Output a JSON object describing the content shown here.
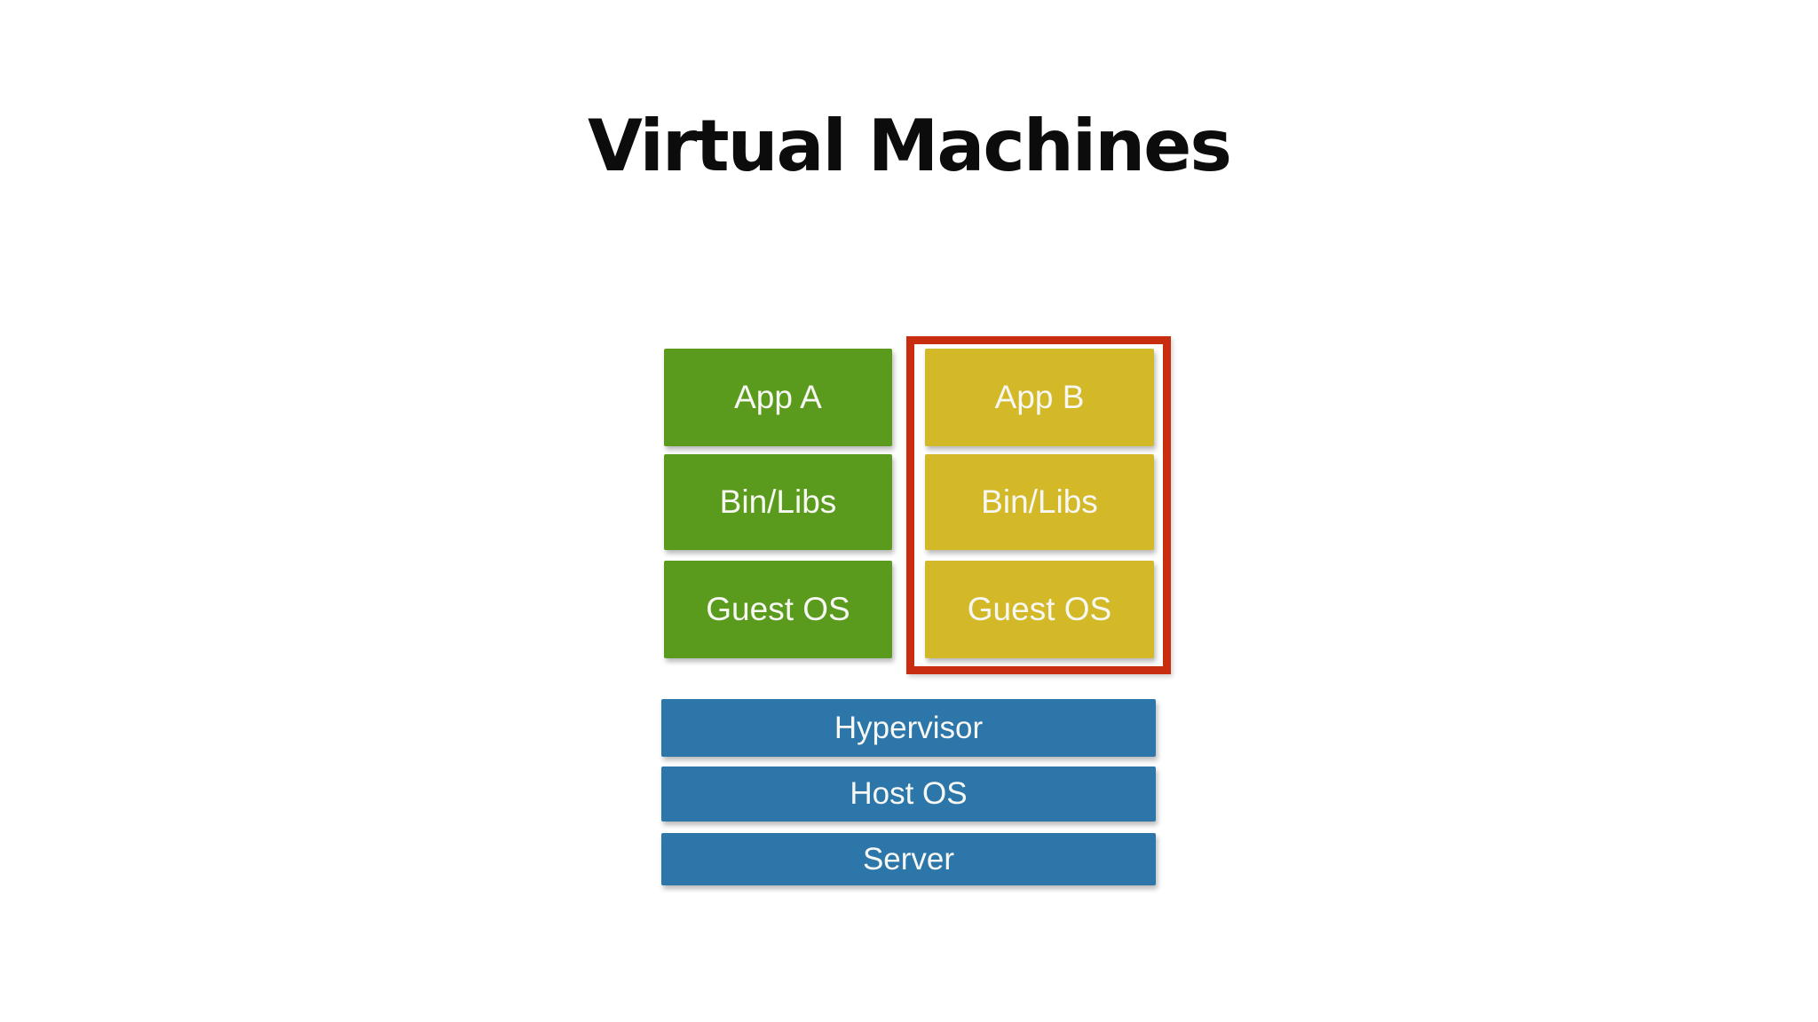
{
  "title": "Virtual Machines",
  "colors": {
    "background": "#ffffff",
    "title_text": "#0c0c0c",
    "box_text": "#f7f7f3",
    "green": "#5a9b1e",
    "yellow": "#d3b827",
    "blue": "#2d76aa",
    "red_outline": "#c82d0f"
  },
  "diagram": {
    "vm_a": {
      "boxes": [
        {
          "label": "App A"
        },
        {
          "label": "Bin/Libs"
        },
        {
          "label": "Guest OS"
        }
      ]
    },
    "vm_b": {
      "highlighted": true,
      "boxes": [
        {
          "label": "App B"
        },
        {
          "label": "Bin/Libs"
        },
        {
          "label": "Guest OS"
        }
      ]
    },
    "base_layers": [
      {
        "label": "Hypervisor"
      },
      {
        "label": "Host OS"
      },
      {
        "label": "Server"
      }
    ]
  }
}
